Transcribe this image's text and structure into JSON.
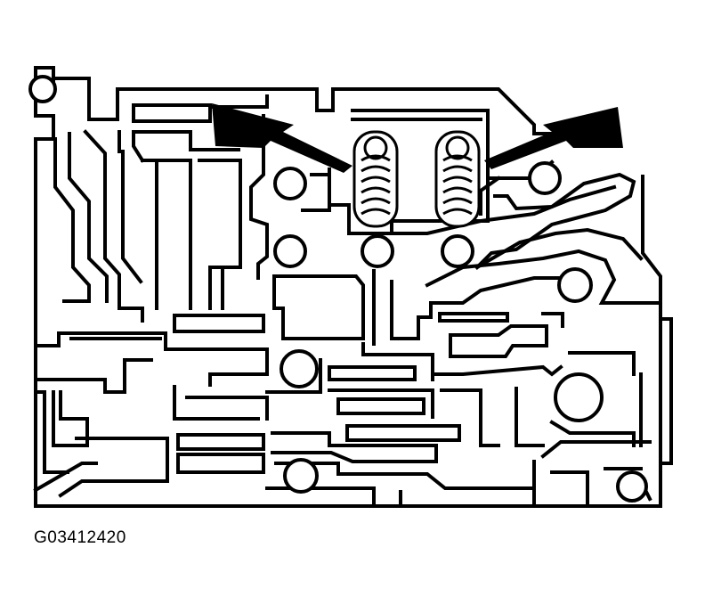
{
  "figure": {
    "id_label": "G03412420"
  },
  "colors": {
    "line": "#000000",
    "background": "#ffffff"
  },
  "diagram": {
    "spring_count": 2,
    "arrow_count": 2
  }
}
